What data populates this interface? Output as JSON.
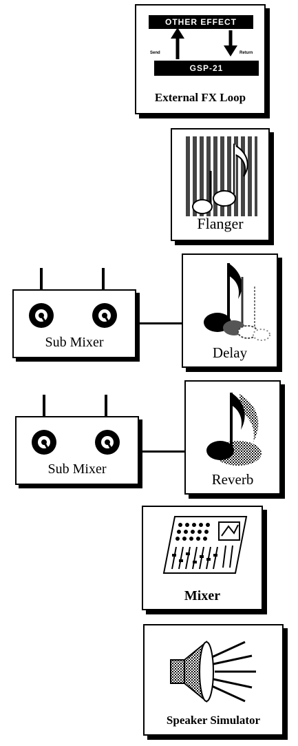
{
  "external_fx": {
    "other_effect": "OTHER EFFECT",
    "send": "Send",
    "return": "Return",
    "device": "GSP-21",
    "label": "External FX Loop"
  },
  "flanger": {
    "label": "Flanger"
  },
  "delay_row": {
    "submixer_label": "Sub Mixer",
    "effect_label": "Delay"
  },
  "reverb_row": {
    "submixer_label": "Sub Mixer",
    "effect_label": "Reverb"
  },
  "mixer": {
    "label": "Mixer"
  },
  "speaker": {
    "label": "Speaker Simulator"
  },
  "icons": [
    "double-arrow-icon",
    "flanger-note-icon",
    "delay-notes-icon",
    "reverb-note-icon",
    "mixer-console-icon",
    "speaker-icon",
    "knob-icon"
  ]
}
